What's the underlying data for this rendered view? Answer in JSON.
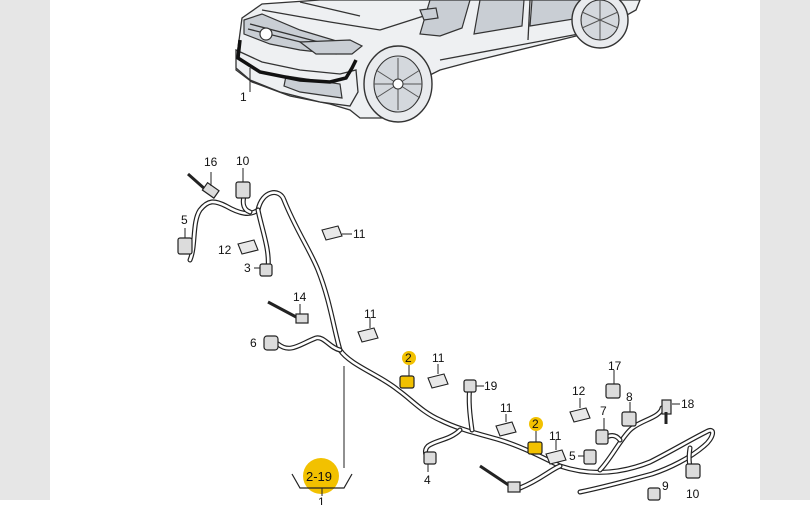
{
  "labels": {
    "car_callout": "1",
    "c16": "16",
    "c10_top": "10",
    "c5_top": "5",
    "c11_a": "11",
    "c12_a": "12",
    "c3": "3",
    "c14": "14",
    "c11_b": "11",
    "c6": "6",
    "c2_a": "2",
    "c11_c": "11",
    "c19": "19",
    "c11_d": "11",
    "c2_b": "2",
    "c11_e": "11",
    "c17": "17",
    "c12_b": "12",
    "c8": "8",
    "c7": "7",
    "c18": "18",
    "c5_bottom": "5",
    "c4": "4",
    "c10_bottom": "10",
    "c9": "9",
    "badge": "2-19",
    "bottom_callout": "1"
  },
  "colors": {
    "highlight": "#f2c100",
    "side_panel": "#e6e6e6"
  }
}
